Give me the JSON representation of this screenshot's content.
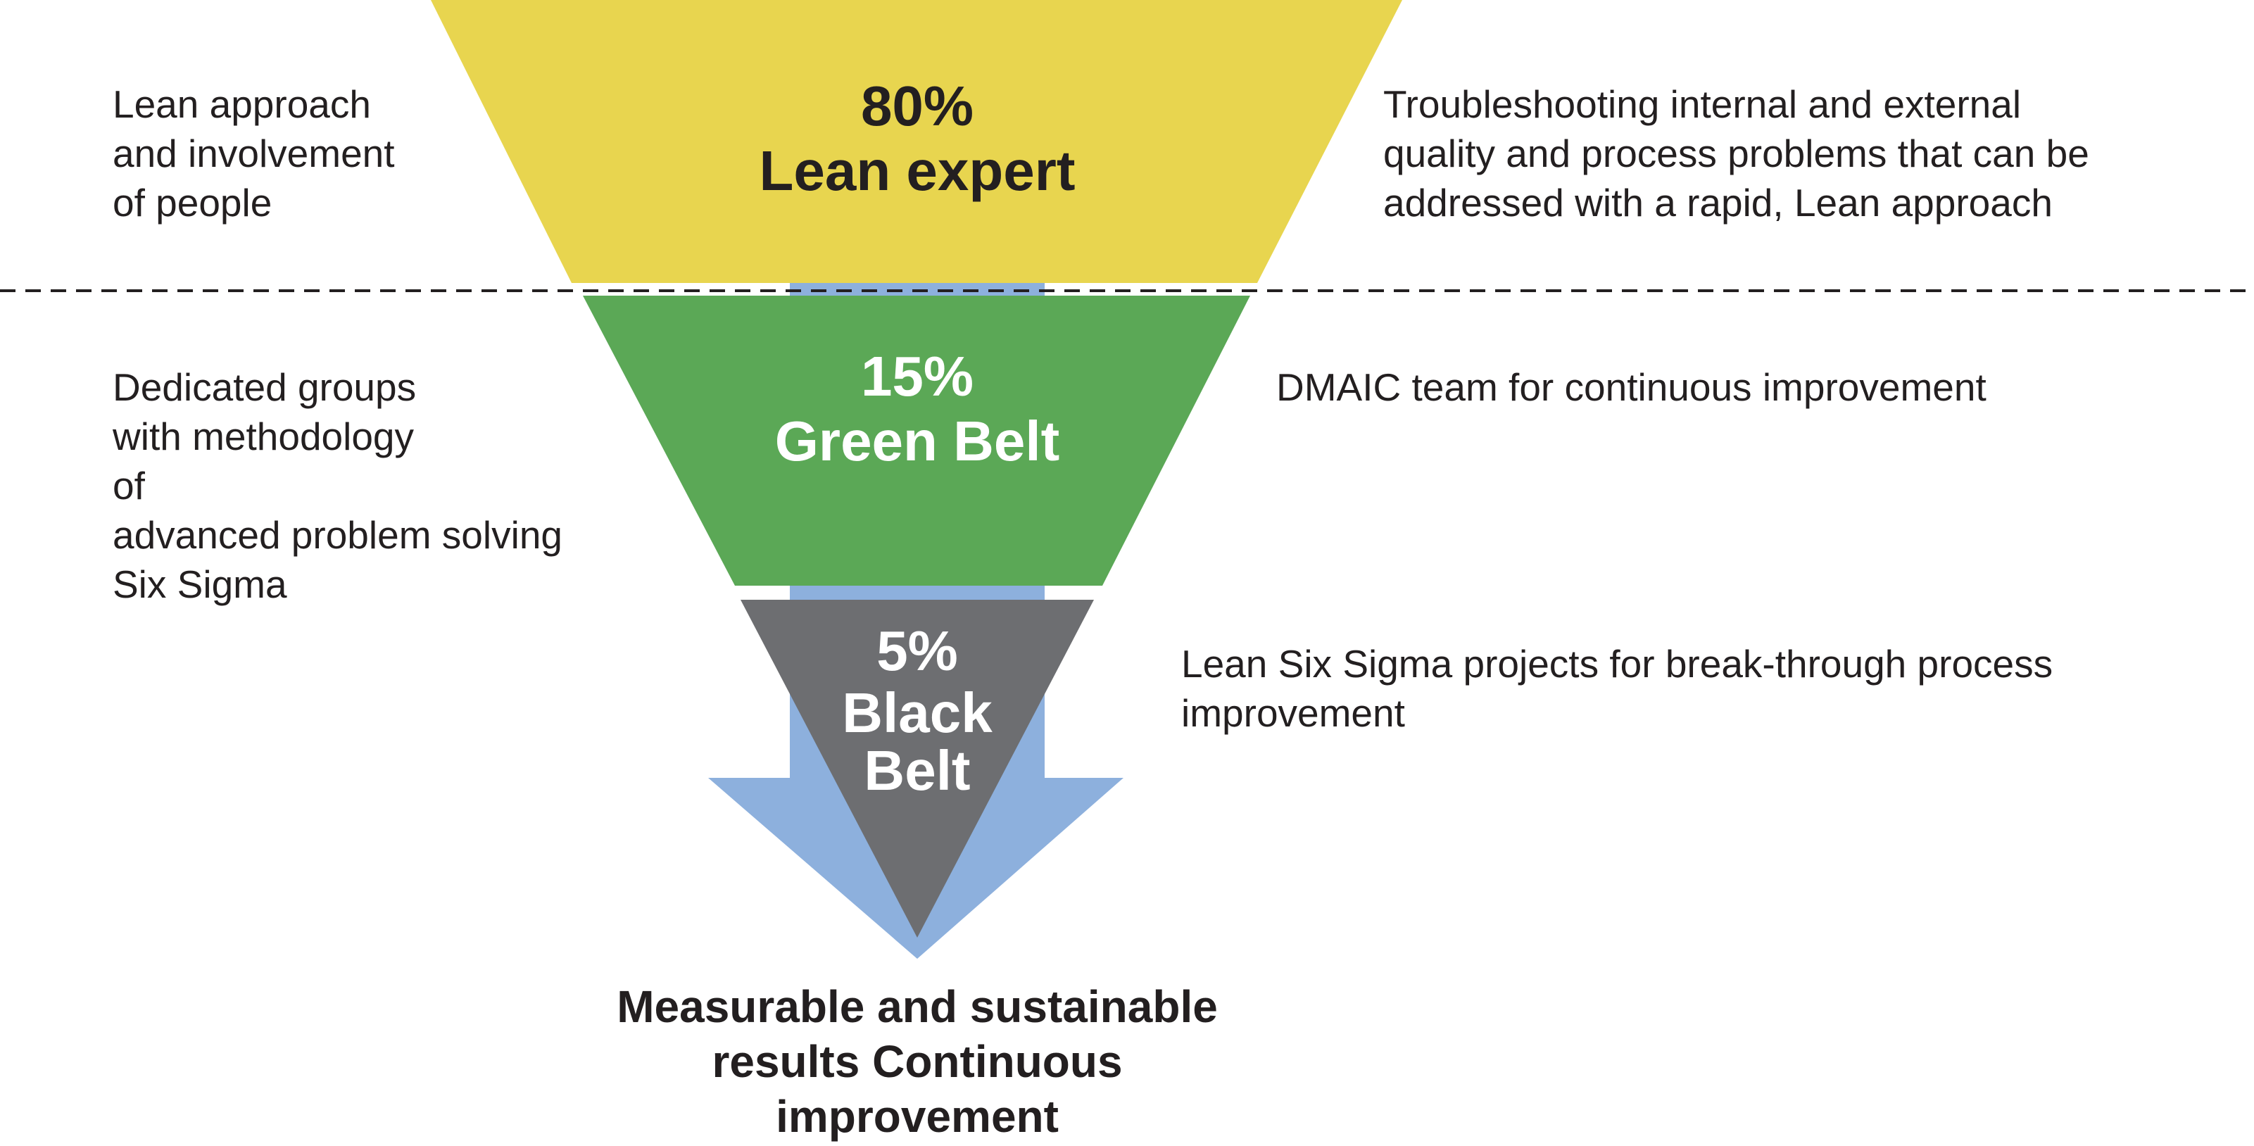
{
  "colors": {
    "lean_tier": "#e8d54f",
    "green_tier": "#5ba856",
    "black_tier": "#6d6e71",
    "arrow": "#8db0dd",
    "dashed_line": "#231f20",
    "dark_text": "#231f20",
    "light_text": "#ffffff"
  },
  "tiers": [
    {
      "percent": "80%",
      "title_lines": [
        "Lean expert"
      ],
      "left_lines": [
        "Lean approach",
        "and involvement",
        "of people"
      ],
      "right_lines": [
        "Troubleshooting internal and external",
        "quality and process problems that can be",
        "addressed with a rapid, Lean approach"
      ]
    },
    {
      "percent": "15%",
      "title_lines": [
        "Green Belt"
      ],
      "left_lines": [
        "Dedicated groups",
        "with methodology",
        "of",
        "advanced problem solving",
        "Six Sigma"
      ],
      "right_lines": [
        "DMAIC team for continuous improvement"
      ]
    },
    {
      "percent": "5%",
      "title_lines": [
        "Black",
        "Belt"
      ],
      "right_lines": [
        "Lean Six Sigma projects for break-through process",
        "improvement"
      ]
    }
  ],
  "result": {
    "lines": [
      "Measurable and sustainable",
      "results Continuous",
      "improvement"
    ]
  }
}
